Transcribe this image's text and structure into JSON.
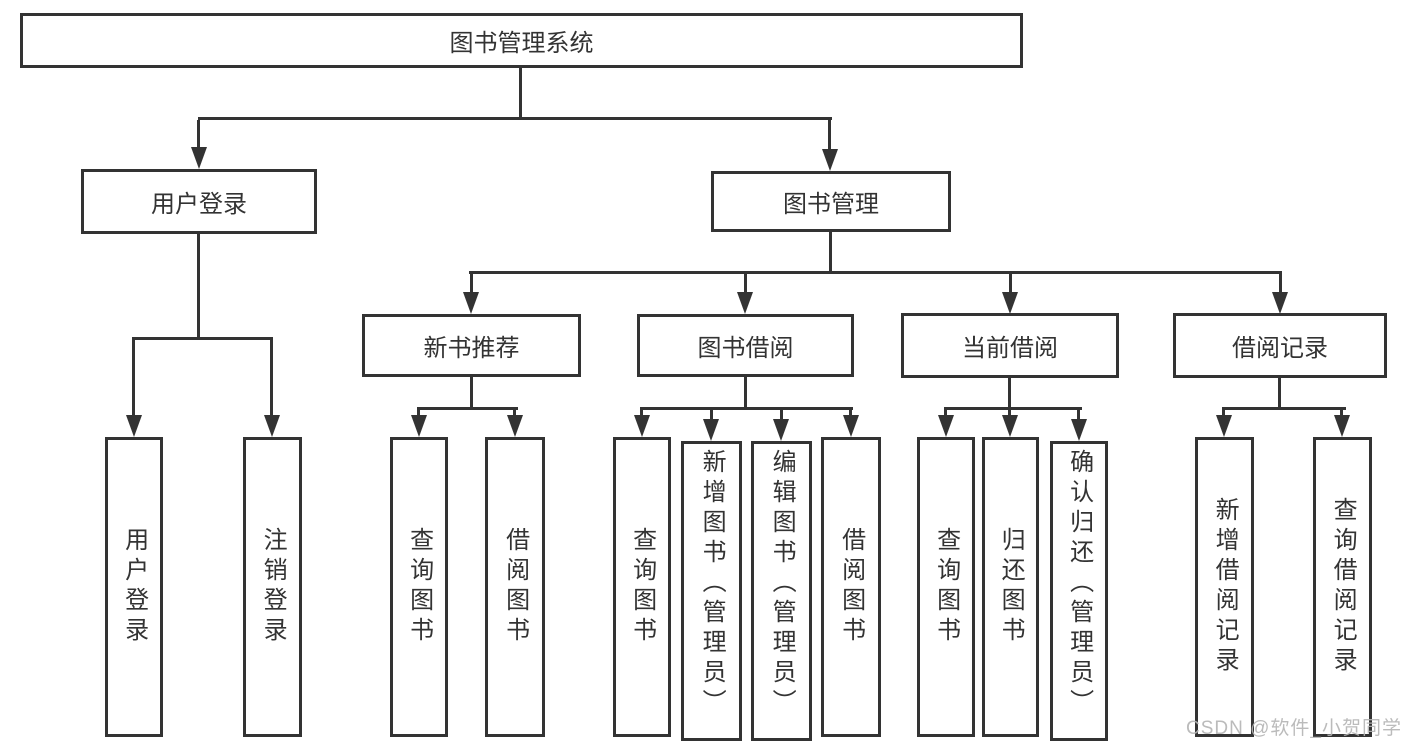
{
  "nodes": {
    "root": "图书管理系统",
    "user_login": "用户登录",
    "book_mgmt": "图书管理",
    "new_book_rec": "新书推荐",
    "book_borrow": "图书借阅",
    "current_borrow": "当前借阅",
    "borrow_records": "借阅记录",
    "leaf_user_login": "用户登录",
    "leaf_logout": "注销登录",
    "leaf_nbr_query": "查询图书",
    "leaf_nbr_borrow": "借阅图书",
    "leaf_bb_query": "查询图书",
    "leaf_bb_add": "新增图书（管理员）",
    "leaf_bb_edit": "编辑图书（管理员）",
    "leaf_bb_borrow": "借阅图书",
    "leaf_cb_query": "查询图书",
    "leaf_cb_return": "归还图书",
    "leaf_cb_confirm": "确认归还（管理员）",
    "leaf_br_add": "新增借阅记录",
    "leaf_br_query": "查询借阅记录"
  },
  "hierarchy": {
    "图书管理系统": [
      "用户登录",
      "图书管理"
    ],
    "用户登录": [
      "用户登录",
      "注销登录"
    ],
    "图书管理": [
      "新书推荐",
      "图书借阅",
      "当前借阅",
      "借阅记录"
    ],
    "新书推荐": [
      "查询图书",
      "借阅图书"
    ],
    "图书借阅": [
      "查询图书",
      "新增图书（管理员）",
      "编辑图书（管理员）",
      "借阅图书"
    ],
    "当前借阅": [
      "查询图书",
      "归还图书",
      "确认归还（管理员）"
    ],
    "借阅记录": [
      "新增借阅记录",
      "查询借阅记录"
    ]
  },
  "watermark": "CSDN @软件_小贺同学",
  "colors": {
    "line": "#333333",
    "text": "#333333",
    "watermark": "#b4b4b4",
    "background": "#ffffff"
  }
}
